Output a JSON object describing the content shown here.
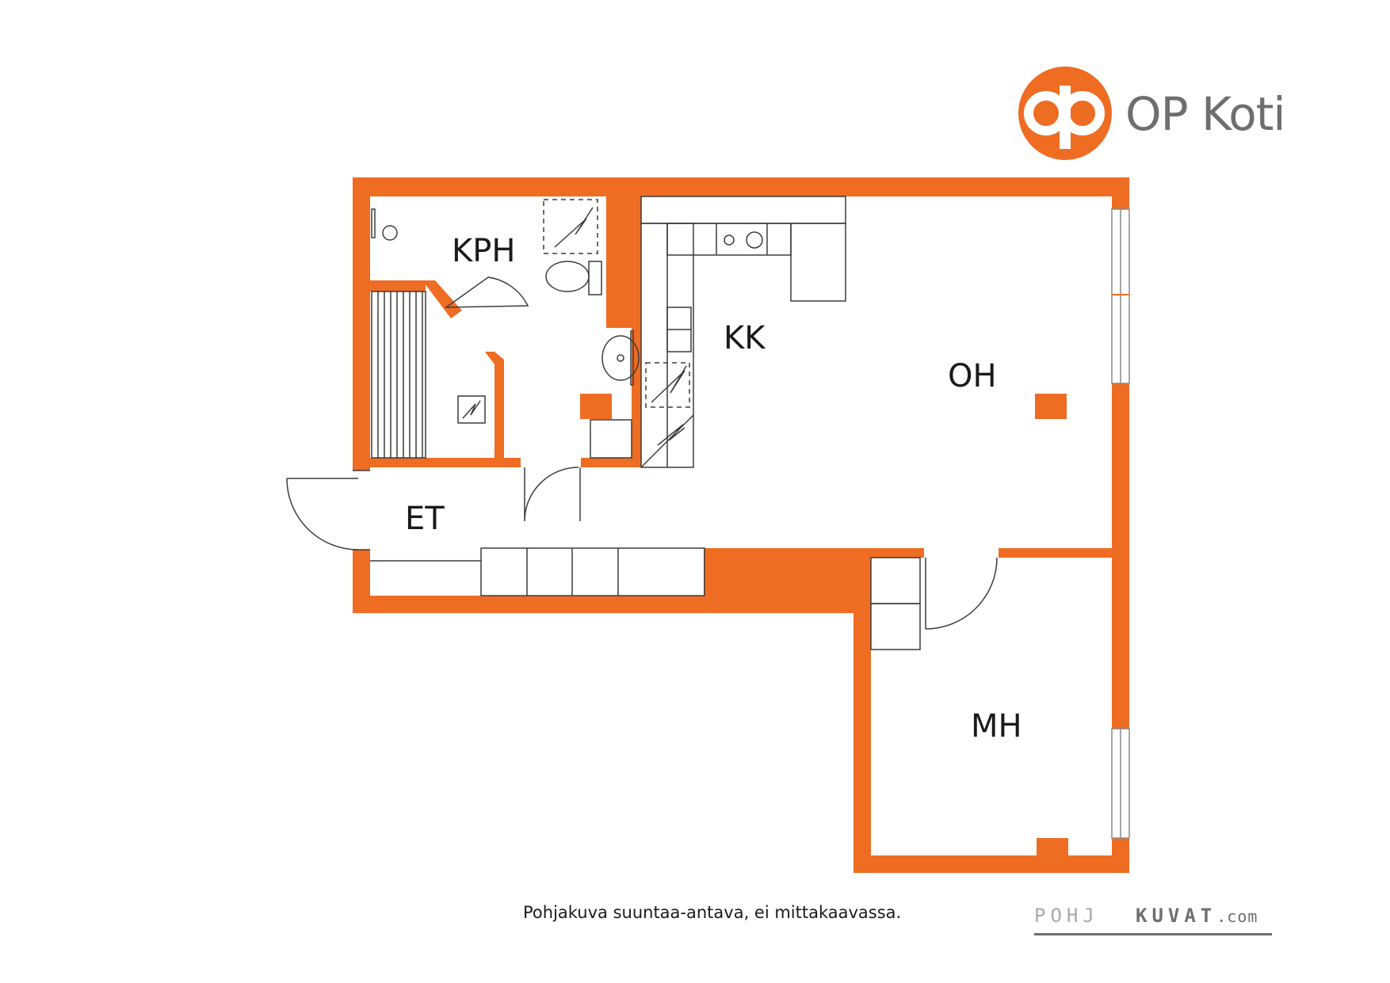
{
  "logo": {
    "wordmark": "OP Koti",
    "brand_color": "#ef6c23",
    "wordmark_color": "#6d6e70",
    "icon": "op-logo-icon"
  },
  "rooms": {
    "kph": "KPH",
    "kk": "KK",
    "oh": "OH",
    "et": "ET",
    "mh": "MH"
  },
  "footer": {
    "disclaimer": "Pohjakuva suuntaa-antava, ei mittakaavassa.",
    "watermark_left": "POHJ",
    "watermark_right": "KUVAT",
    "watermark_suffix": ".com"
  },
  "colors": {
    "wall": "#ef6c23",
    "line": "#3c3c3c"
  }
}
